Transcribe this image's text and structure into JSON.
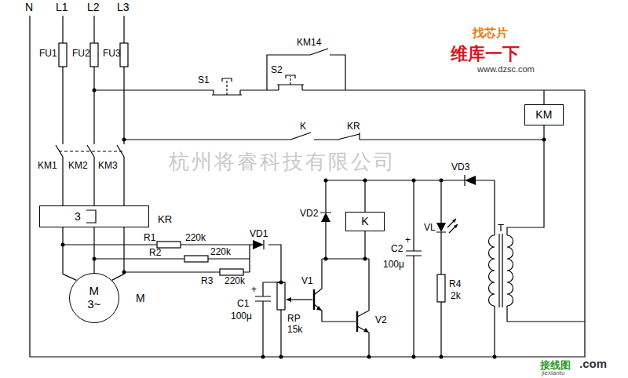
{
  "diagram": {
    "nodes": [
      {
        "text": [
          "KM"
        ]
      },
      {
        "text": [
          "3",
          "KR"
        ]
      },
      {
        "text": [
          "K"
        ]
      },
      {
        "text": [
          "M 3~",
          "M"
        ]
      }
    ],
    "edges": [
      {
        "from": 1,
        "to": 3,
        "arrow": "none"
      },
      {
        "from": 1,
        "to": 3,
        "arrow": "none"
      },
      {
        "from": 1,
        "to": 3,
        "arrow": "none"
      }
    ],
    "labels": [
      "N",
      "L1",
      "L2",
      "L3",
      "FU1",
      "FU2",
      "FU3",
      "KM14",
      "S1",
      "S2",
      "K",
      "KR",
      "KM1",
      "KM2",
      "KM3",
      "R1",
      "220k",
      "R2",
      "220k",
      "R3",
      "220k",
      "VD1",
      "+",
      "C1",
      "100μ",
      "RP",
      "15k",
      "V1",
      "V2",
      "VD2",
      "VD3",
      "+",
      "C2",
      "100μ",
      "VL",
      "R4",
      "2k",
      "T",
      "杭州将睿科技有限公司",
      "找芯片",
      "维库一下",
      "www.dzsc.com",
      "接线图",
      ".com",
      "jiexiantu"
    ]
  }
}
